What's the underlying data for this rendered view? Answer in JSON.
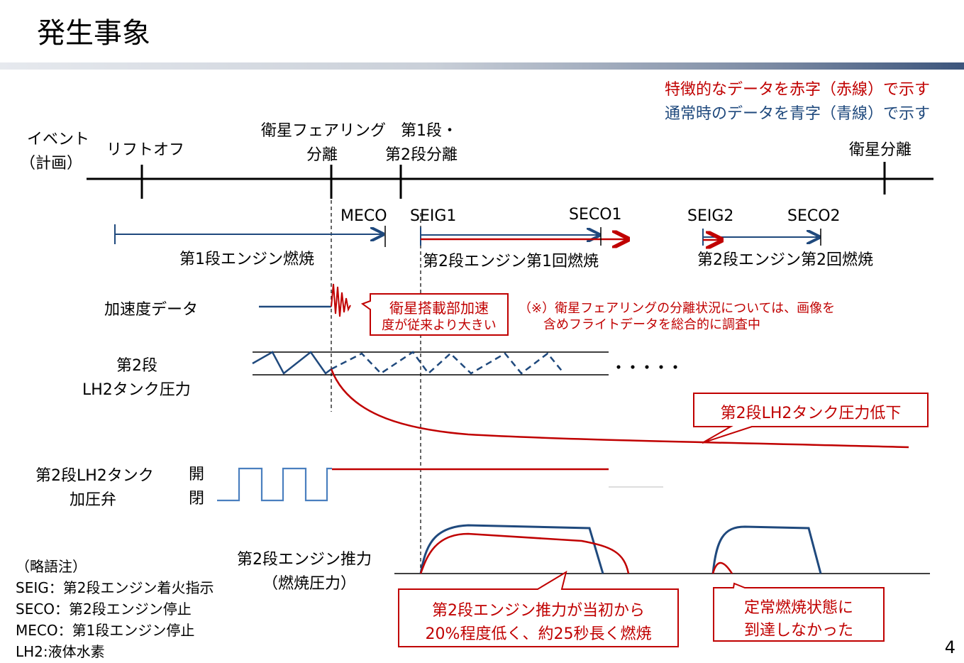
{
  "title": "発生事象",
  "legend": {
    "red_line": "特徴的なデータを赤字（赤線）で示す",
    "blue_line": "通常時のデータを青字（青線）で示す",
    "red_color": "#c00000",
    "blue_color": "#1f497d"
  },
  "events": {
    "row_label_1": "イベント",
    "row_label_2": "（計画）",
    "liftoff": "リフトオフ",
    "fairing_sep_1": "衛星フェアリング",
    "fairing_sep_2": "分離",
    "stage_sep_1": "第1段・",
    "stage_sep_2": "第2段分離",
    "satellite_sep": "衛星分離"
  },
  "burns": {
    "meco": "MECO",
    "seig1": "SEIG1",
    "seco1": "SECO1",
    "seig2": "SEIG2",
    "seco2": "SECO2",
    "stage1_burn": "第1段エンジン燃焼",
    "stage2_burn1": "第2段エンジン第1回燃焼",
    "stage2_burn2": "第2段エンジン第2回燃焼"
  },
  "rows": {
    "accel": "加速度データ",
    "tank_pressure_1": "第2段",
    "tank_pressure_2": "LH2タンク圧力",
    "valve_1": "第2段LH2タンク",
    "valve_2": "加圧弁",
    "valve_open": "開",
    "valve_closed": "閉",
    "thrust_1": "第2段エンジン推力",
    "thrust_2": "（燃焼圧力）",
    "ellipsis": "・・・・・"
  },
  "callouts": {
    "accel_1": "衛星搭載部加速",
    "accel_2": "度が従来より大きい",
    "note_1": "（※）衛星フェアリングの分離状況については、画像を",
    "note_2": "含めフライトデータを総合的に調査中",
    "pressure_drop": "第2段LH2タンク圧力低下",
    "thrust_low_1": "第2段エンジン推力が当初から",
    "thrust_low_2": "20%程度低く、約25秒長く燃焼",
    "no_steady_1": "定常燃焼状態に",
    "no_steady_2": "到達しなかった"
  },
  "abbrev": {
    "header": "（略語注）",
    "seig": "SEIG：第2段エンジン着火指示",
    "seco": "SECO：第2段エンジン停止",
    "meco": "MECO：第1段エンジン停止",
    "lh2": "LH2:液体水素"
  },
  "page_number": "4"
}
